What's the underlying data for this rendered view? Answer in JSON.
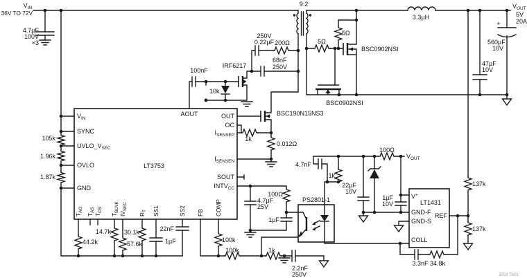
{
  "meta": {
    "corner_tag": "3753 TA01"
  },
  "colors": {
    "ic_fill": "#EBB2A8",
    "line": "#1a1a1a"
  },
  "input": {
    "vin_b": "V",
    "vin_s": "IN",
    "range": "36V TO 72V",
    "cap": "4.7µF",
    "cap_v": "100V",
    "cap_n": "×3",
    "r1": "105k",
    "r2": "1.96k",
    "r3": "1.87k"
  },
  "ic": {
    "name": "LT3753",
    "vin_b": "V",
    "vin_s": "IN",
    "sync": "SYNC",
    "uvlo_b": "UVLO_V",
    "uvlo_s": "SEC",
    "ovlo": "OVLO",
    "gnd": "GND",
    "aout": "AOUT",
    "out": "OUT",
    "oc": "OC",
    "isensep_b": "I",
    "isensep_s": "SENSEP",
    "isensen_b": "I",
    "isensen_s": "SENSEN",
    "sout": "SOUT",
    "intvcc_b": "INTV",
    "intvcc_s": "CC",
    "tao_b": "T",
    "tao_s": "AO",
    "tas_b": "T",
    "tas_s": "AS",
    "tos_b": "T",
    "tos_s": "OS",
    "tblnk_b": "T",
    "tblnk_s": "BLNK",
    "ivsec_b": "IV",
    "ivsec_s": "SEC",
    "rt_b": "R",
    "rt_s": "T",
    "ss1": "SS1",
    "ss2": "SS2",
    "fb": "FB",
    "comp": "COMP"
  },
  "bottom": {
    "r_tao": "44.2k",
    "r_tblnk": "14.7k",
    "r_ivsec": "57.6k",
    "r_rt": "30.1k",
    "c_ss1": "1µF",
    "c_ss2": "22nF",
    "r_comp": "100k",
    "r_fb": "100k",
    "r_opto": "1k",
    "c_y": "2.2nF",
    "c_y_v": "250V"
  },
  "clamp": {
    "c_drive": "100nF",
    "r_gate": "10k",
    "fet": "IRF6217",
    "snub_v": "250V",
    "snub_c": "0.22µF",
    "snub_r": "200Ω",
    "clamp_c": "68nF",
    "clamp_v": "250V"
  },
  "xfmr": {
    "ratio": "9:2"
  },
  "primary": {
    "fet": "BSC190N15NS3",
    "r_isns": "1k",
    "r_sense": "0.012Ω"
  },
  "secondary": {
    "r_g1": "5Ω",
    "r_g2": "5Ω",
    "fet_top": "BSC0902NSI",
    "fet_bot": "BSC0902NSI"
  },
  "output": {
    "ind": "3.3µH",
    "vout_b": "V",
    "vout_s": "OUT",
    "volts": "5V",
    "amps": "20A",
    "plus": "+",
    "c_bulk": "560µF",
    "c_bulk_v": "10V",
    "c_hf": "47µF",
    "c_hf_v": "10V"
  },
  "vcc": {
    "c1": "4.7µF",
    "c1_v": "25V",
    "r": "100Ω",
    "c2": "1µF"
  },
  "opto": {
    "part": "PS2801-1"
  },
  "fb2": {
    "c_filt": "4.7nF",
    "r_filt": "1k",
    "c_out": "22µF",
    "c_out_v": "10V",
    "r_drop": "100Ω",
    "vout_b": "V",
    "vout_s": "OUT",
    "c_vp": "1µF",
    "c_vp_v": "10V"
  },
  "reg": {
    "part": "LT1431",
    "vp_b": "V",
    "vp_s": "+",
    "gndf": "GND-F",
    "gnds": "GND-S",
    "coll": "COLL",
    "ref": "REF",
    "r_top": "137k",
    "r_bot": "137k",
    "c_comp": "3.3nF",
    "r_comp": "34.8k"
  }
}
